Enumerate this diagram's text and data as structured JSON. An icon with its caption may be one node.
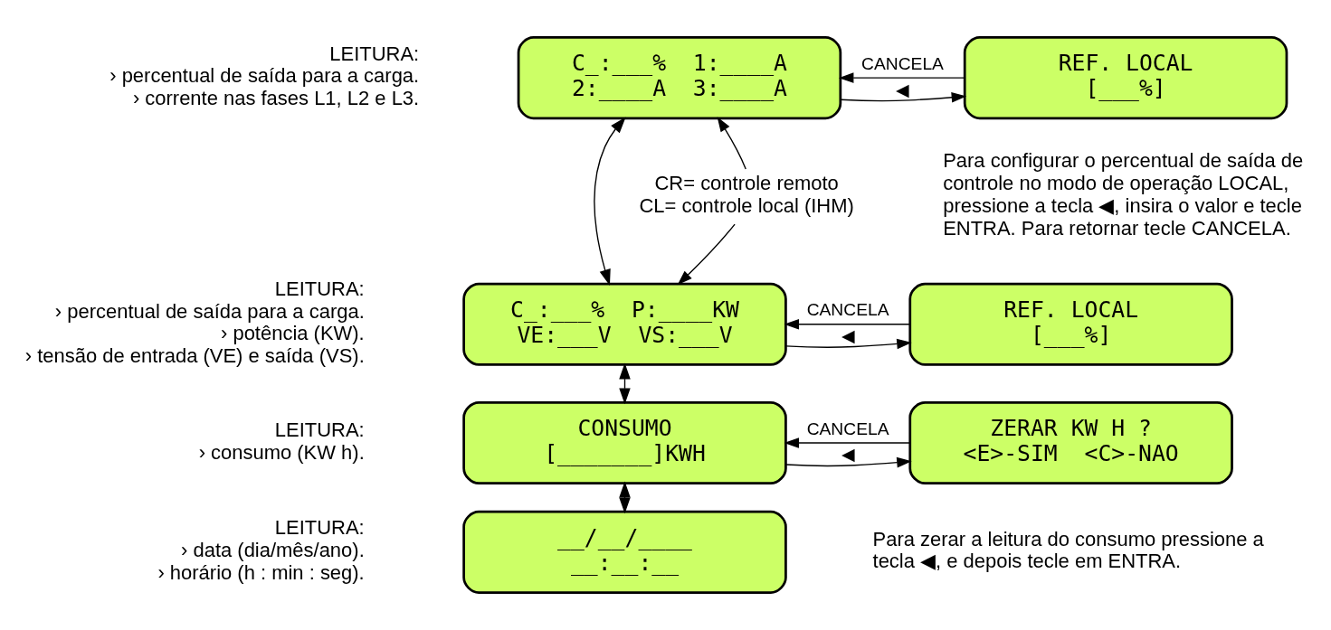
{
  "diagram": {
    "nodes": [
      {
        "text": [
          "C_:___%  1:____A",
          "2:____A  3:____A"
        ],
        "beside": [
          "LEITURA:",
          "› percentual de saída para a carga.",
          "› corrente nas fases L1, L2 e L3."
        ]
      },
      {
        "text": [
          "REF. LOCAL",
          "[___%]"
        ],
        "beside": [
          "Para configurar o percentual de saída de controle no modo de operação LOCAL, pressione a tecla ◀, insira o valor e tecle ENTRA. Para retornar tecle CANCELA."
        ]
      },
      {
        "text": [
          "C_:___%  P:____KW",
          "VE:___V  VS:___V"
        ],
        "beside": [
          "LEITURA:",
          "› percentual de saída para a carga.",
          "› potência (KW).",
          "› tensão de entrada (VE) e saída (VS)."
        ]
      },
      {
        "text": [
          "REF. LOCAL",
          "[___%]"
        ]
      },
      {
        "text": [
          "CONSUMO",
          "[_______]KWH"
        ],
        "beside": [
          "LEITURA:",
          "› consumo (KW h)."
        ]
      },
      {
        "text": [
          "ZERAR KW H ?",
          "<E>-SIM  <C>-NAO"
        ],
        "beside": [
          "Para zerar a leitura do consumo pressione a tecla ◀, e depois tecle em ENTRA."
        ]
      },
      {
        "text": [
          "__/__/____",
          "__:__:__"
        ],
        "beside": [
          "LEITURA:",
          "› data (dia/mês/ano).",
          "› horário (h : min : seg)."
        ]
      },
      {
        "text": [
          "CR= controle remoto",
          "CL= controle local (IHM)"
        ]
      }
    ],
    "edges": [
      {
        "from": 0,
        "to": 1,
        "arrow": "to",
        "label": "◀"
      },
      {
        "from": 1,
        "to": 0,
        "arrow": "to",
        "label": "CANCELA"
      },
      {
        "from": 2,
        "to": 3,
        "arrow": "to",
        "label": "◀"
      },
      {
        "from": 3,
        "to": 2,
        "arrow": "to",
        "label": "CANCELA"
      },
      {
        "from": 4,
        "to": 5,
        "arrow": "to",
        "label": "◀"
      },
      {
        "from": 5,
        "to": 4,
        "arrow": "to",
        "label": "CANCELA"
      },
      {
        "from": 0,
        "to": 2,
        "arrow": "both"
      },
      {
        "from": 2,
        "to": 4,
        "arrow": "both"
      },
      {
        "from": 4,
        "to": 6,
        "arrow": "both"
      },
      {
        "from": 7,
        "to": 0,
        "arrow": "to"
      },
      {
        "from": 7,
        "to": 2,
        "arrow": "to"
      }
    ]
  }
}
